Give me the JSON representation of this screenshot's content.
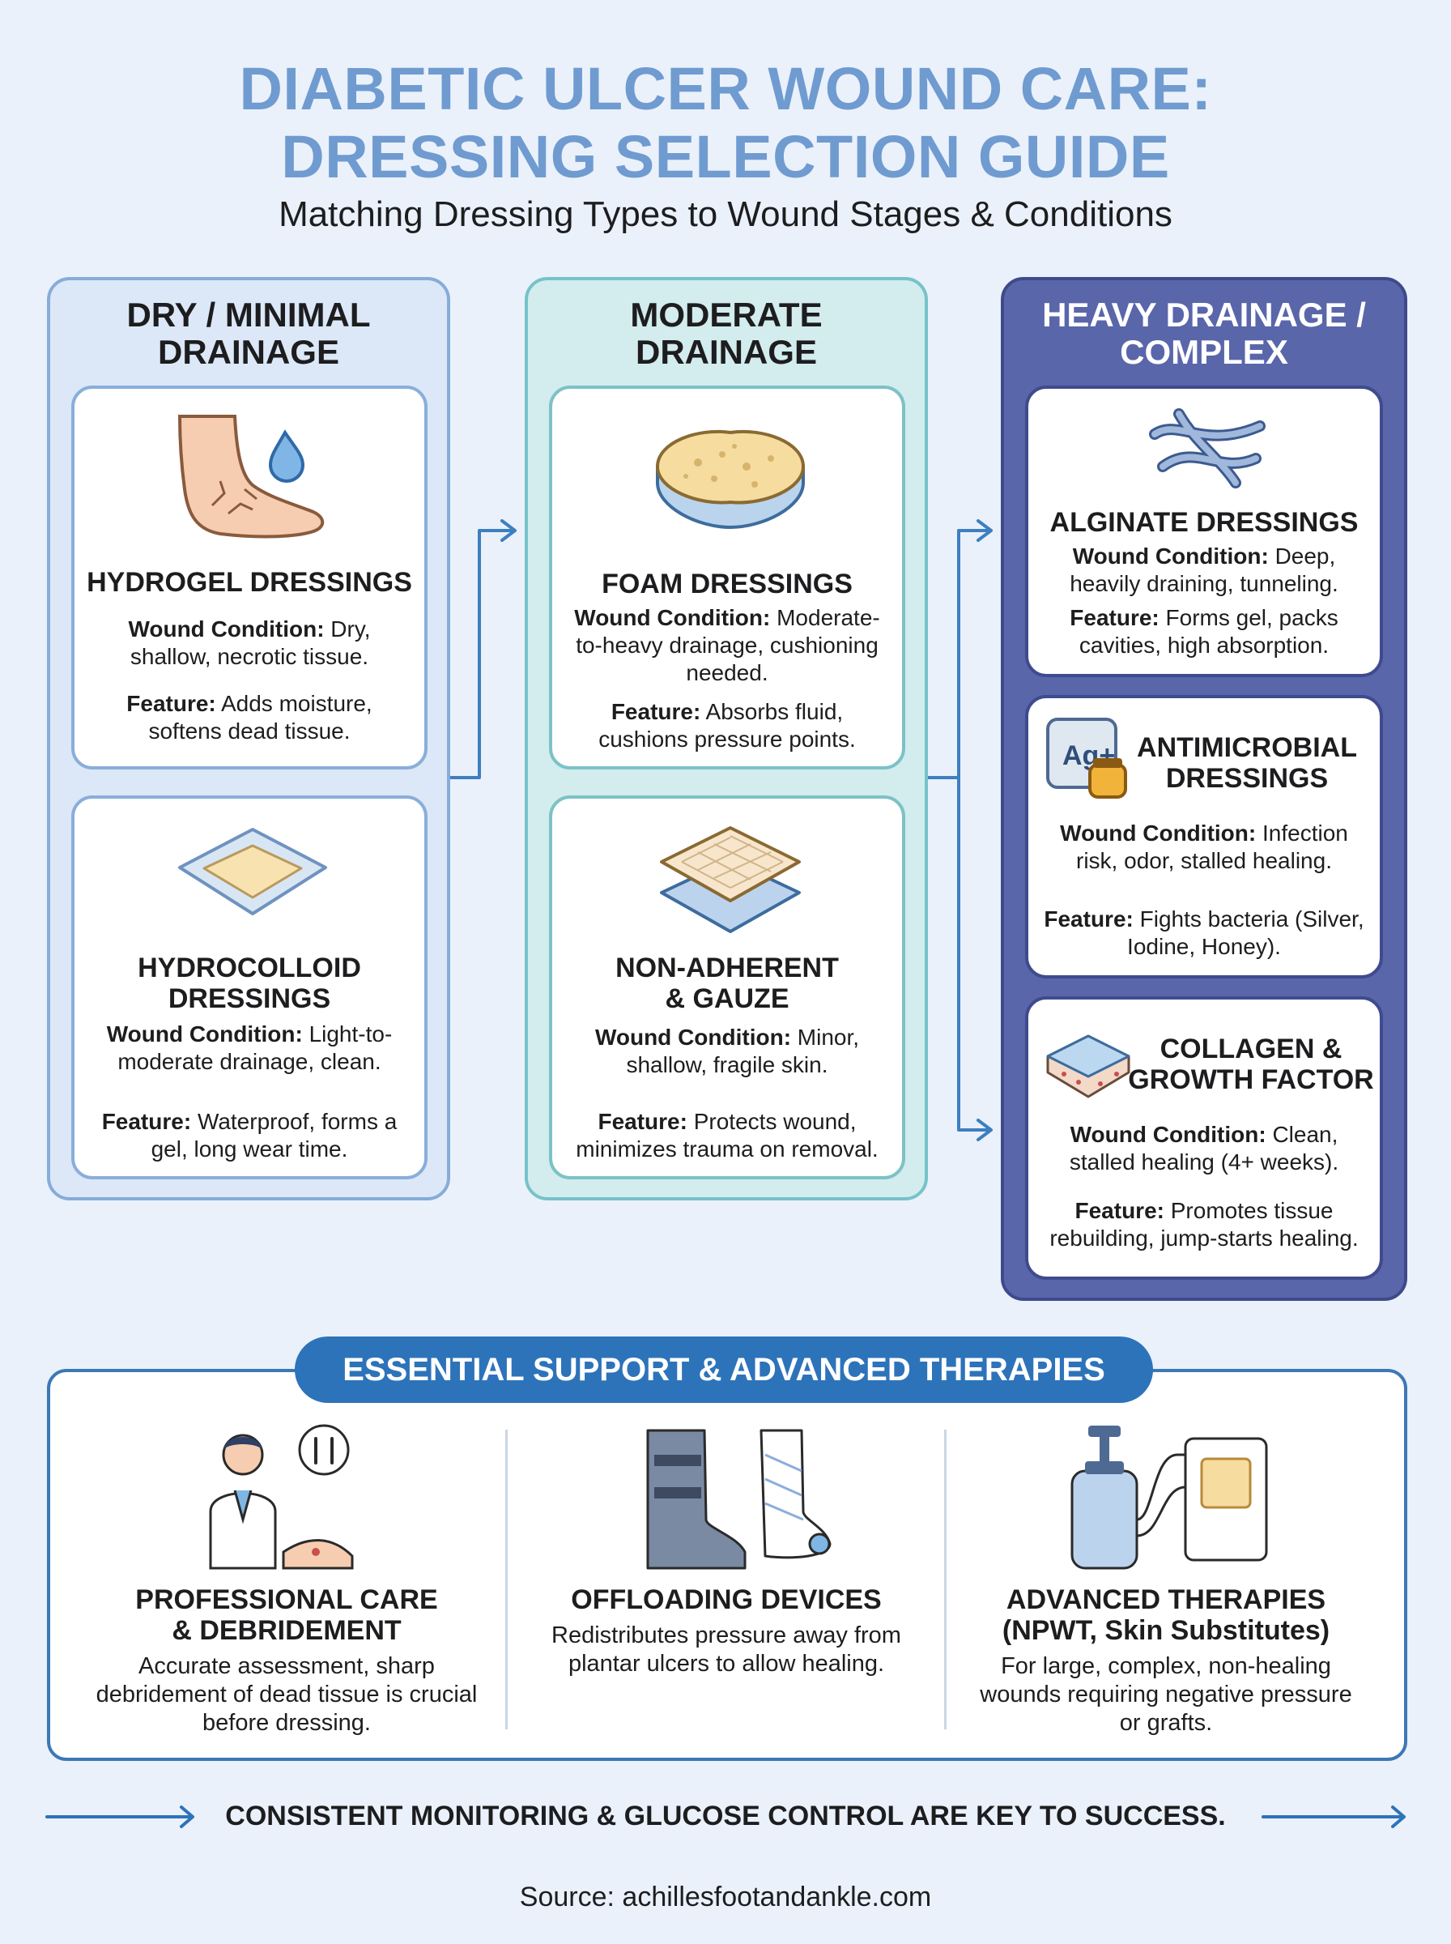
{
  "header": {
    "title_line1": "DIABETIC ULCER WOUND CARE:",
    "title_line2": "DRESSING SELECTION GUIDE",
    "subtitle": "Matching Dressing Types to Wound Stages & Conditions"
  },
  "columns": [
    {
      "title": "DRY / MINIMAL\nDRAINAGE",
      "cards": [
        {
          "title": "HYDROGEL DRESSINGS",
          "condition_label": "Wound Condition:",
          "condition": "Dry, shallow, necrotic tissue.",
          "feature_label": "Feature:",
          "feature": "Adds moisture, softens dead tissue."
        },
        {
          "title": "HYDROCOLLOID\nDRESSINGS",
          "condition_label": "Wound Condition:",
          "condition": "Light-to-moderate drainage, clean.",
          "feature_label": "Feature:",
          "feature": "Waterproof, forms a gel, long wear time."
        }
      ]
    },
    {
      "title": "MODERATE\nDRAINAGE",
      "cards": [
        {
          "title": "FOAM DRESSINGS",
          "condition_label": "Wound Condition:",
          "condition": "Moderate-to-heavy drainage, cushioning needed.",
          "feature_label": "Feature:",
          "feature": "Absorbs fluid, cushions pressure points."
        },
        {
          "title": "NON-ADHERENT\n& GAUZE",
          "condition_label": "Wound Condition:",
          "condition": "Minor, shallow, fragile skin.",
          "feature_label": "Feature:",
          "feature": "Protects wound, minimizes trauma on removal."
        }
      ]
    },
    {
      "title": "HEAVY DRAINAGE /\nCOMPLEX",
      "cards": [
        {
          "title": "ALGINATE DRESSINGS",
          "condition_label": "Wound Condition:",
          "condition": "Deep, heavily draining, tunneling.",
          "feature_label": "Feature:",
          "feature": "Forms gel, packs cavities, high absorption."
        },
        {
          "title": "ANTIMICROBIAL\nDRESSINGS",
          "condition_label": "Wound Condition:",
          "condition": "Infection risk, odor, stalled healing.",
          "feature_label": "Feature:",
          "feature": "Fights bacteria (Silver, Iodine, Honey).",
          "badge": "Ag+"
        },
        {
          "title": "COLLAGEN &\nGROWTH FACTOR",
          "condition_label": "Wound Condition:",
          "condition": "Clean, stalled healing (4+ weeks).",
          "feature_label": "Feature:",
          "feature": "Promotes tissue rebuilding, jump-starts healing."
        }
      ]
    }
  ],
  "support": {
    "heading": "ESSENTIAL SUPPORT & ADVANCED THERAPIES",
    "items": [
      {
        "title": "PROFESSIONAL CARE\n& DEBRIDEMENT",
        "text": "Accurate assessment, sharp debridement of dead tissue is crucial before dressing."
      },
      {
        "title": "OFFLOADING DEVICES",
        "text": "Redistributes pressure away from plantar ulcers to allow healing."
      },
      {
        "title": "ADVANCED THERAPIES\n(NPWT, Skin Substitutes)",
        "text": "For large, complex, non-healing wounds requiring negative pressure or grafts."
      }
    ]
  },
  "footer": {
    "key_message": "CONSISTENT MONITORING & GLUCOSE CONTROL ARE KEY TO SUCCESS.",
    "source": "Source: achillesfootandankle.com"
  },
  "colors": {
    "title_blue": "#6f9bd0",
    "col1_bg": "#dce8f7",
    "col2_bg": "#d3ecee",
    "col3_bg": "#5a66aa",
    "accent_blue": "#2d73ba"
  }
}
